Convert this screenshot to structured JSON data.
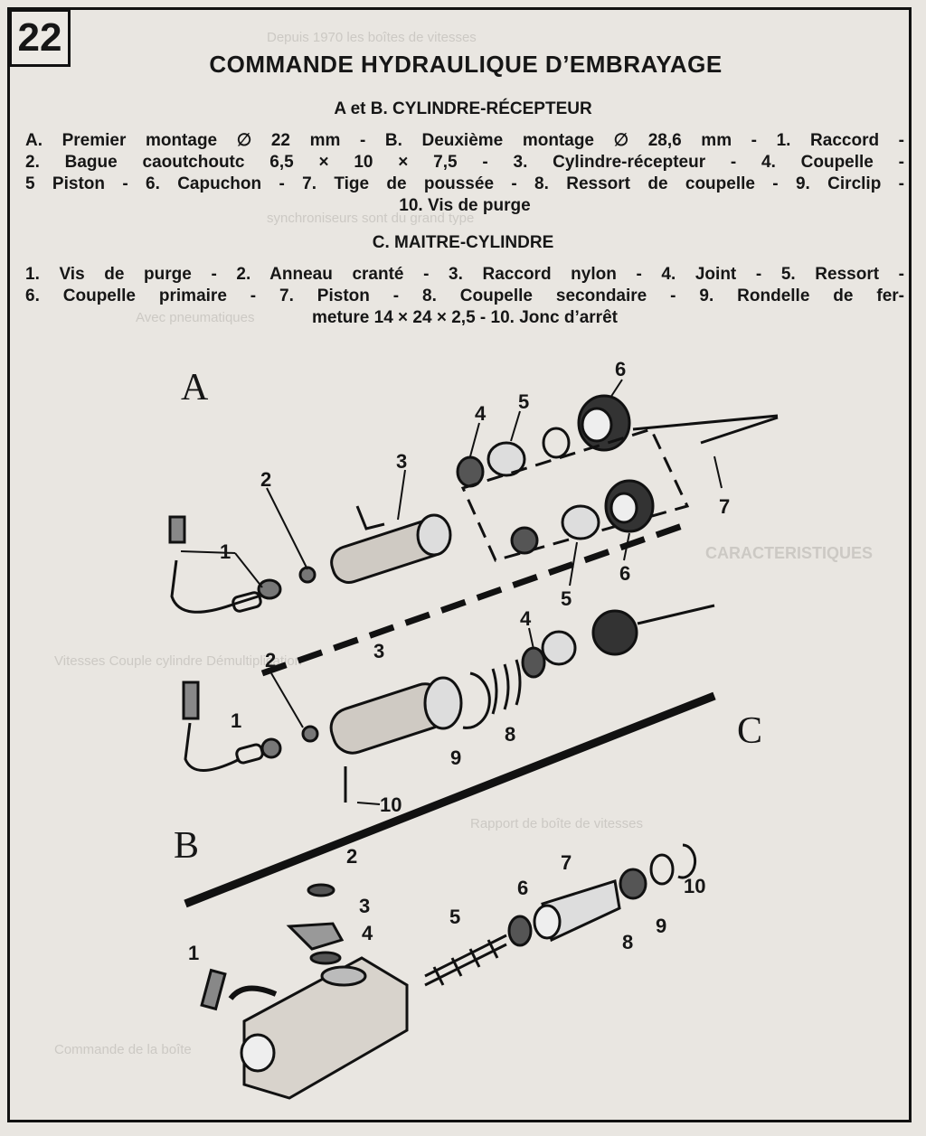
{
  "badge": "22",
  "title": "COMMANDE HYDRAULIQUE D’EMBRAYAGE",
  "section_ab": {
    "heading": "A et B. CYLINDRE-RÉCEPTEUR",
    "lines": [
      "A. Premier montage ∅ 22 mm - B. Deuxième montage ∅ 28,6 mm - 1. Raccord -",
      "2. Bague caoutchoutc 6,5 × 10 × 7,5 - 3. Cylindre-récepteur - 4. Coupelle -",
      "5 Piston - 6. Capuchon - 7. Tige de poussée - 8. Ressort de coupelle - 9. Circlip -",
      "10. Vis de purge"
    ]
  },
  "section_c": {
    "heading": "C. MAITRE-CYLINDRE",
    "lines": [
      "1. Vis de purge - 2. Anneau cranté - 3. Raccord nylon - 4. Joint - 5. Ressort -",
      "6. Coupelle primaire - 7. Piston - 8. Coupelle secondaire - 9. Rondelle de fer-",
      "meture 14 × 24 × 2,5 - 10. Jonc d’arrêt"
    ]
  },
  "diagram": {
    "letters": {
      "a": "A",
      "b": "B",
      "c": "C"
    },
    "callouts_a": [
      "1",
      "2",
      "3",
      "4",
      "5",
      "6",
      "5",
      "6",
      "7"
    ],
    "callouts_b": [
      "1",
      "2",
      "3",
      "4",
      "8",
      "9",
      "10"
    ],
    "callouts_c": [
      "1",
      "2",
      "3",
      "4",
      "5",
      "6",
      "7",
      "8",
      "9",
      "10"
    ]
  },
  "bleed_through": [
    "Depuis 1970 les boîtes de vitesses",
    "synchroniseurs sont du grand type",
    "CARACTERISTIQUES",
    "Vitesses   Couple cylindre   Démultiplication",
    "Rapport de boîte de vitesses",
    "Avec pneumatiques",
    "Commande de la boîte"
  ]
}
